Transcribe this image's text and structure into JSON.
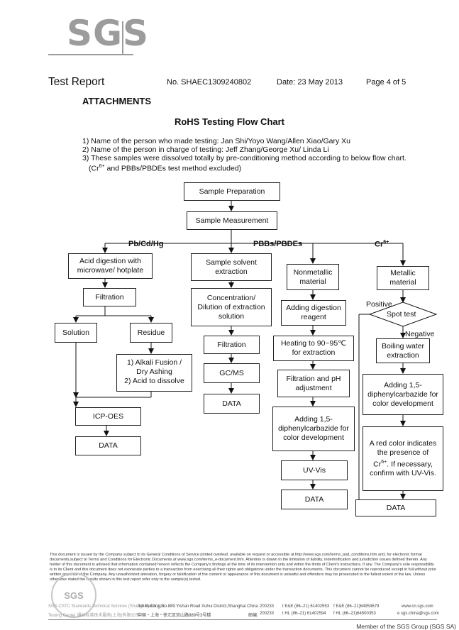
{
  "logo": {
    "text": "SGS"
  },
  "header": {
    "title": "Test Report",
    "number": "No. SHAEC1309240802",
    "date": "Date: 23 May 2013",
    "page": "Page 4 of 5"
  },
  "section_title": "ATTACHMENTS",
  "chart_title": "RoHS Testing Flow Chart",
  "notes": {
    "n1": "1) Name of the person who made testing: Jan Shi/Yoyo Wang/Allen Xiao/Gary Xu",
    "n2": "2) Name of the person in charge of testing: Jeff Zhang/George Xu/ Linda Li",
    "n3": "3) These samples were dissolved totally by pre-conditioning method according to below flow chart.",
    "n4_pre": "(Cr",
    "n4_sup": "6+",
    "n4_post": " and PBBs/PBDEs test method excluded)"
  },
  "flow": {
    "sample_prep": "Sample Preparation",
    "sample_meas": "Sample Measurement",
    "branch_pb": "Pb/Cd/Hg",
    "branch_pbb": "PBBs/PBDEs",
    "branch_cr": "Cr",
    "branch_cr_sup": "6+",
    "acid_digestion": "Acid digestion with microwave/ hotplate",
    "filtration_1": "Filtration",
    "solution": "Solution",
    "residue": "Residue",
    "alkali_1": "1) Alkali Fusion /",
    "alkali_2": "Dry Ashing",
    "alkali_3": "2) Acid to dissolve",
    "icp": "ICP-OES",
    "data_1": "DATA",
    "solvent_extraction": "Sample solvent extraction",
    "concentration": "Concentration/ Dilution of extraction solution",
    "filtration_2": "Filtration",
    "gcms": "GC/MS",
    "data_2": "DATA",
    "nonmetallic": "Nonmetallic material",
    "digestion_reagent": "Adding digestion reagent",
    "heating": "Heating to 90~95℃ for extraction",
    "filtration_ph": "Filtration and pH adjustment",
    "adding_dpc_1": "Adding 1,5-diphenylcarbazide for color development",
    "uvvis": "UV-Vis",
    "data_3": "DATA",
    "metallic": "Metallic material",
    "positive": "Positive",
    "spot_test": "Spot test",
    "negative": "Negative",
    "boiling": "Boiling water extraction",
    "adding_dpc_2": "Adding 1,5-diphenylcarbazide for color development",
    "red_1": "A red color indicates the presence of Cr",
    "red_sup": "6+",
    "red_2": ". If necessary, confirm with UV-Vis.",
    "data_4": "DATA"
  },
  "footer": {
    "disclaimer": "This document is issued by the Company subject to its General Conditions of Service printed overleaf, available on request or accessible at http://www.sgs.com/terms_and_conditions.htm and, for electronic format documents,subject to Terms and Conditions for Electronic Documents at www.sgs.com/terms_e-document.htm. Attention is drawn to the limitation of liability, indemnification and jurisdiction issues defined therein. Any holder of this document is advised that information contained hereon reflects the Company's findings at the time of its intervention only and within the limits of Client's instructions, if any. The Company's sole responsibility is to its Client and this document does not exonerate parties to a transaction from exercising all their rights and obligations under the transaction documents. This document cannot be reproduced except in full,without prior written approval of the Company. Any unauthorized alteration, forgery or falsification of the content or appearance of this document is unlawful and offenders may be prosecuted to the fullest extent of the law. Unless otherwise stated the results shown in this test report refer only to the sample(s) tested.",
    "seal_text": "SGS",
    "company_en": "SGS-CSTC Standards Technical Services (Shanghai) Co.,Ltd.",
    "company_cn": "Testing Center 通标标准技术服务(上海)有限公司",
    "addr_en": "3rd Building,No.889 Yishan Road Xuhui District,Shanghai China",
    "addr_cn": "中国・上海・徐汇区宜山路889号3号楼",
    "postcode_label": "邮编:",
    "postcode_en": "200233",
    "postcode_cn": "200233",
    "tel_en": "t E&E (86–21) 61402553",
    "tel_cn": "t HL (86–21) 61402594",
    "fax_en": "f E&E (86–21)64953679",
    "fax_cn": "f HL (86–21)64500353",
    "web": "www.cn.sgs.com",
    "email": "e sgs.china@sgs.com",
    "member": "Member of the SGS Group (SGS SA)"
  }
}
